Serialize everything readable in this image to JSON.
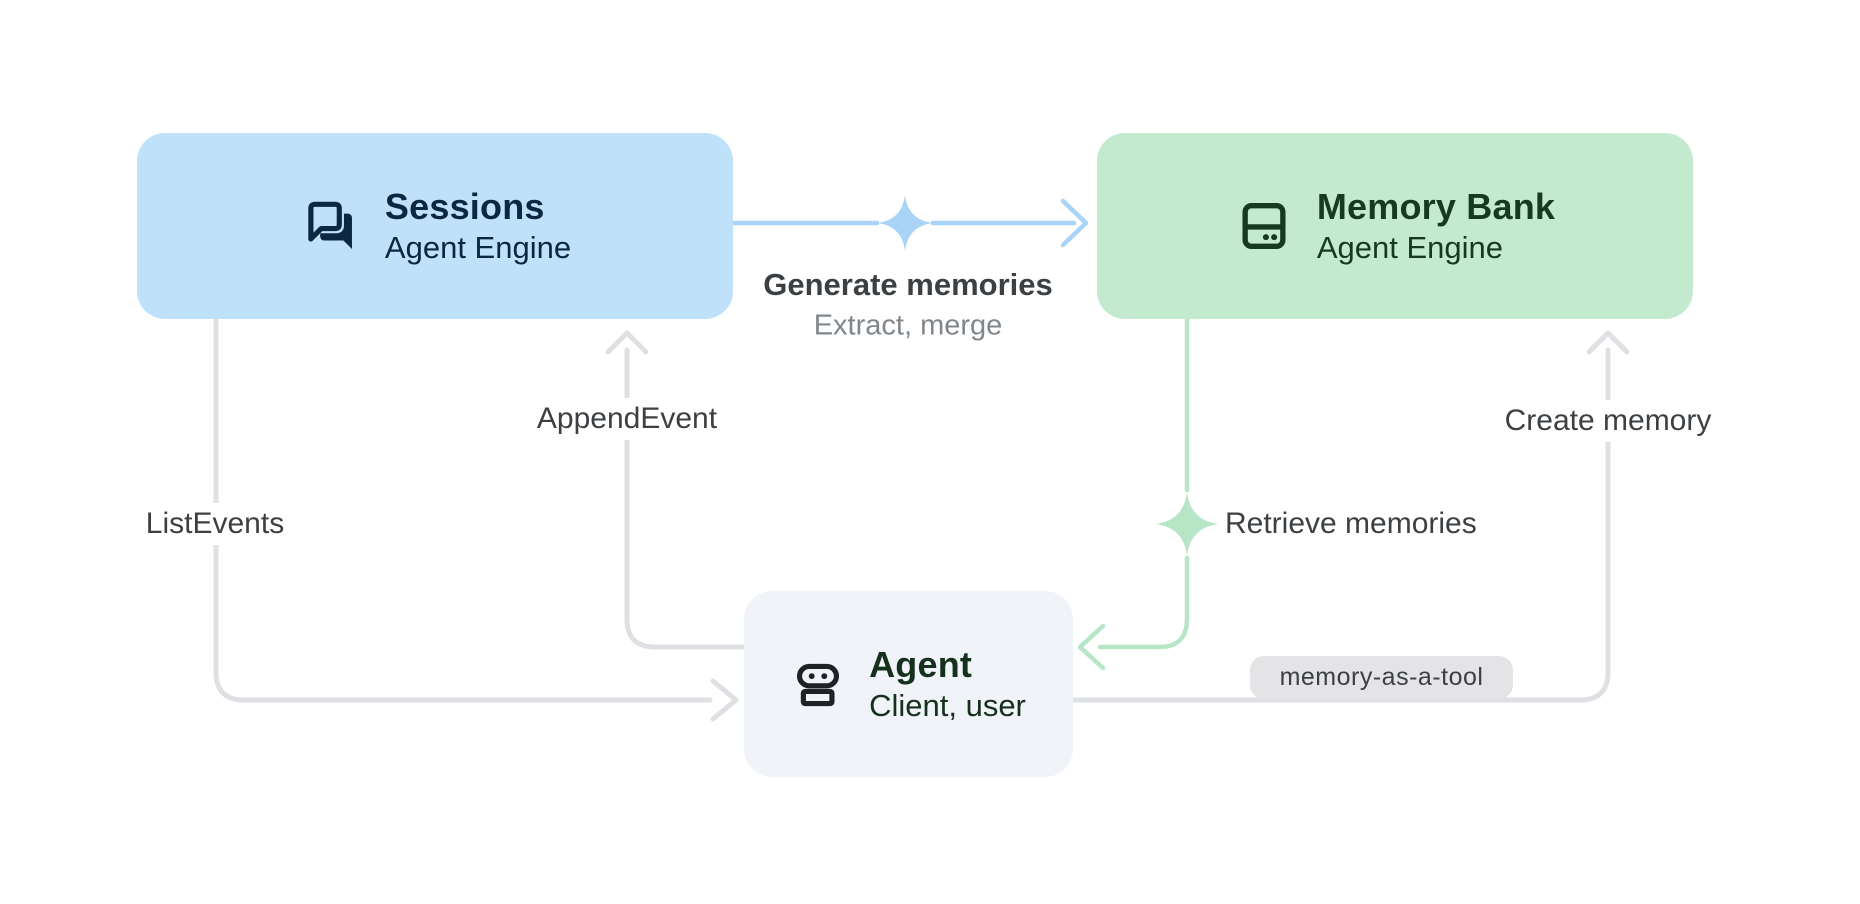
{
  "diagram": {
    "title": "Agent Engine sessions and memory bank flow",
    "background": "#ffffff"
  },
  "nodes": {
    "sessions": {
      "title": "Sessions",
      "subtitle": "Agent Engine",
      "icon": "forum-chat-icon",
      "bg": "#BFE1F9",
      "fg": "#0C2740"
    },
    "memory_bank": {
      "title": "Memory Bank",
      "subtitle": "Agent Engine",
      "icon": "storage-icon",
      "bg": "#C3EACE",
      "fg": "#17391F"
    },
    "agent": {
      "title": "Agent",
      "subtitle": "Client, user",
      "icon": "robot-icon",
      "bg": "#F0F3F7",
      "fg": "#15301C",
      "icon_color": "#202124"
    }
  },
  "edges": {
    "generate_memories": {
      "label": "Generate memories",
      "sublabel": "Extract, merge",
      "from": "sessions",
      "to": "memory_bank",
      "color": "#A9D3F7",
      "label_color": "#3C4043",
      "sublabel_color": "#80868B",
      "sparkle": "blue-sparkle-icon"
    },
    "retrieve_memories": {
      "label": "Retrieve memories",
      "from": "memory_bank",
      "to": "agent",
      "color": "#B7E6C6",
      "sparkle": "green-sparkle-icon"
    },
    "append_event": {
      "label": "AppendEvent",
      "from": "agent",
      "to": "sessions",
      "color": "#DEE0E3"
    },
    "list_events": {
      "label": "ListEvents",
      "from": "sessions",
      "to": "agent",
      "color": "#DEE0E3"
    },
    "create_memory": {
      "label": "Create memory",
      "from": "agent",
      "to": "memory_bank",
      "color": "#DEE0E3",
      "chip_label": "memory-as-a-tool",
      "chip_bg": "#E4E4E6",
      "chip_color": "#3C4043"
    }
  }
}
